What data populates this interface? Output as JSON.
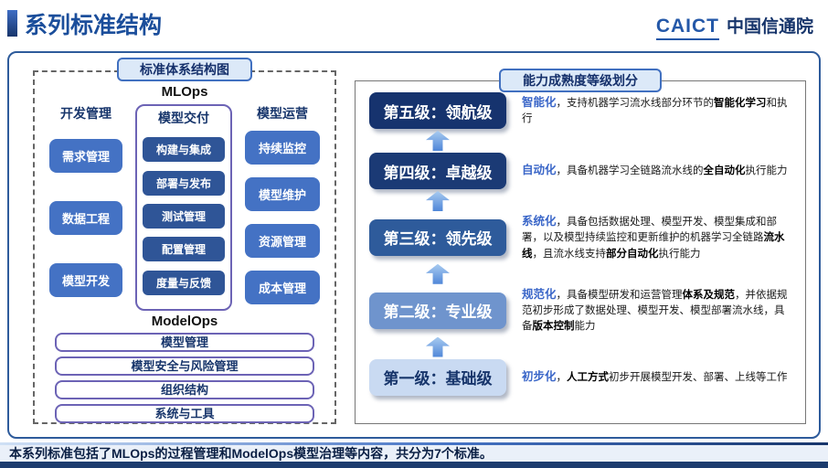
{
  "header": {
    "title": "系列标准结构",
    "logo": {
      "caict": "CAICT",
      "org": "中国信通院"
    }
  },
  "left_panel": {
    "title": "标准体系结构图",
    "mlops_label": "MLOps",
    "columns": [
      {
        "header": "开发管理",
        "items": [
          "需求管理",
          "数据工程",
          "模型开发"
        ]
      },
      {
        "header": "模型交付",
        "items": [
          "构建与集成",
          "部署与发布",
          "测试管理",
          "配置管理",
          "度量与反馈"
        ]
      },
      {
        "header": "模型运营",
        "items": [
          "持续监控",
          "模型维护",
          "资源管理",
          "成本管理"
        ]
      }
    ],
    "modelops_label": "ModelOps",
    "modelops_items": [
      "模型管理",
      "模型安全与风险管理",
      "组织结构",
      "系统与工具"
    ]
  },
  "right_panel": {
    "title": "能力成熟度等级划分",
    "levels": [
      {
        "label": "第五级：领航级",
        "desc": [
          "智能化",
          "，支持机器学习流水线部分环节的",
          "智能化学习",
          "和执行"
        ]
      },
      {
        "label": "第四级：卓越级",
        "desc": [
          "自动化",
          "，具备机器学习全链路流水线的",
          "全自动化",
          "执行能力"
        ]
      },
      {
        "label": "第三级：领先级",
        "desc": [
          "系统化",
          "，具备包括数据处理、模型开发、模型集成和部署，以及模型持续监控和更新维护的机器学习全链路",
          "流水线",
          "，且流水线支持",
          "部分自动化",
          "执行能力"
        ]
      },
      {
        "label": "第二级：专业级",
        "desc": [
          "规范化",
          "，具备模型研发和运营管理",
          "体系及规范",
          "，并依据规范初步形成了数据处理、模型开发、模型部署流水线，具备",
          "版本控制",
          "能力"
        ]
      },
      {
        "label": "第一级：基础级",
        "desc": [
          "初步化",
          "，",
          "人工方式",
          "初步开展模型开发、部署、上线等工作"
        ]
      }
    ]
  },
  "footer": {
    "text": "本系列标准包括了MLOps的过程管理和ModelOps模型治理等内容，共分为7个标准。"
  },
  "colors": {
    "title_blue": "#1B4E9B",
    "dark_navy": "#17356B",
    "frame_blue": "#2E5B9B",
    "button_blue": "#4472C4",
    "delivery_blue": "#2F5597",
    "purple_outline": "#6C63B5",
    "pill_fill": "#DCE9F8",
    "keyword_blue": "#3A66C8",
    "level2_blue": "#6F94CD",
    "level1_fill": "#C9DAF2"
  }
}
